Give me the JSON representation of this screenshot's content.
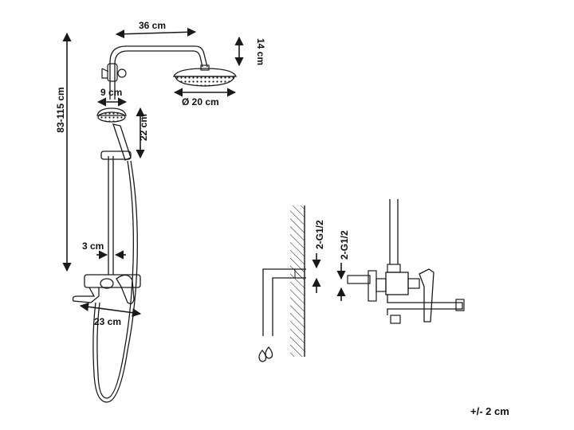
{
  "dimensions": {
    "arm_length": "36 cm",
    "head_height": "14 cm",
    "head_diameter": "Ø 20 cm",
    "hand_shower_width": "9 cm",
    "hand_shower_height": "22 cm",
    "total_height": "83-115 cm",
    "wall_offset": "3 cm",
    "spout_length": "23 cm"
  },
  "connection": {
    "thread_left": "2-G1/2",
    "thread_right": "2-G1/2"
  },
  "tolerance": "+/- 2 cm",
  "colors": {
    "line": "#1a1a1a",
    "background": "#ffffff"
  },
  "icons": [
    "water-drops-icon"
  ]
}
